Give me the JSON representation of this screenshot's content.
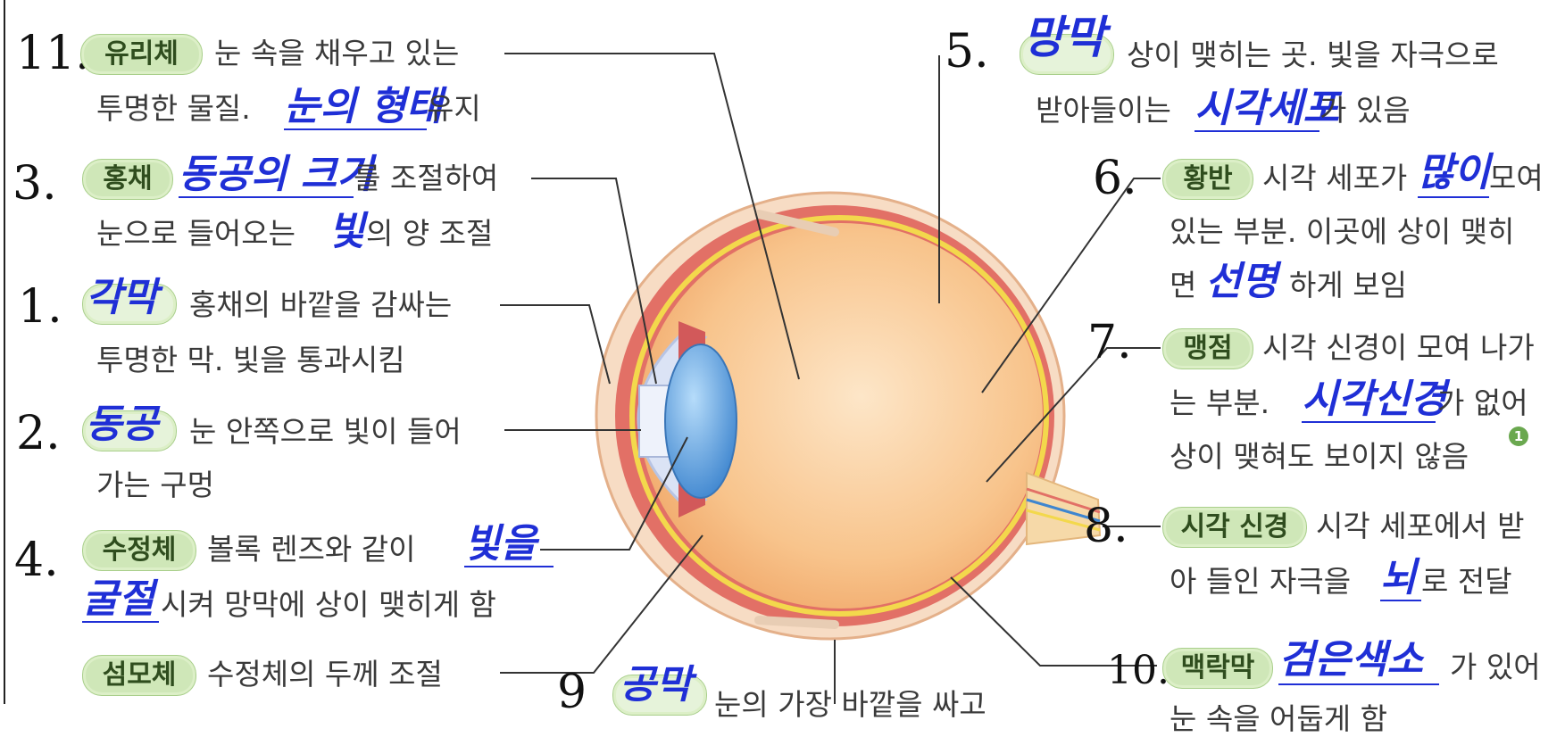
{
  "numbers": {
    "n11": "11.",
    "n3": "3.",
    "n1": "1.",
    "n2": "2.",
    "n4": "4.",
    "n5": "5.",
    "n6": "6.",
    "n7": "7.",
    "n8": "8.",
    "n10": "10.",
    "n9": "9"
  },
  "left": {
    "vitreous": {
      "label": "유리체",
      "text1": "눈 속을 채우고 있는",
      "text2a": "투명한 물질.",
      "hw": "눈의 형태",
      "text2b": "유지"
    },
    "iris": {
      "label": "홍채",
      "hw": "동공의 크기",
      "text1": "를 조절하여",
      "text2a": "눈으로 들어오는",
      "hw2": "빛",
      "text2b": "의 양 조절"
    },
    "cornea": {
      "hw_label": "각막",
      "text1": "홍채의 바깥을 감싸는",
      "text2": "투명한 막. 빛을 통과시킴"
    },
    "pupil": {
      "hw_label": "동공",
      "text1": "눈 안쪽으로 빛이 들어",
      "text2": "가는 구멍"
    },
    "lens": {
      "label": "수정체",
      "text1": "볼록 렌즈와 같이",
      "hw": "빛을",
      "hw2": "굴절",
      "text2": "시켜 망막에 상이 맺히게 함"
    },
    "ciliary": {
      "label": "섬모체",
      "text1": "수정체의 두께 조절"
    },
    "sclera_partial": {
      "hw": "공막",
      "text": "눈의 가장 바깥을 싸고"
    }
  },
  "right": {
    "retina": {
      "hw_label": "망막",
      "text1": "상이 맺히는 곳. 빛을 자극으로",
      "text2a": "받아들이는",
      "hw": "시각세포",
      "text2b": "가 있음"
    },
    "macula": {
      "label": "황반",
      "text1a": "시각 세포가",
      "hw": "많이",
      "text1b": "모여",
      "text2": "있는 부분. 이곳에 상이 맺히",
      "text3a": "면",
      "hw2": "선명",
      "text3b": "하게 보임"
    },
    "blindspot": {
      "label": "맹점",
      "text1": "시각 신경이 모여 나가",
      "text2a": "는 부분.",
      "hw": "시각신경",
      "text2b": "가 없어",
      "text3": "상이 맺혀도 보이지 않음",
      "badge": "1"
    },
    "optic_nerve": {
      "label": "시각 신경",
      "text1": "시각 세포에서 받",
      "text2a": "아 들인 자극을",
      "hw": "뇌",
      "text2b": "로 전달"
    },
    "choroid": {
      "label": "맥락막",
      "hw": "검은색소",
      "text1": "가 있어",
      "text2": "눈 속을 어둡게 함"
    }
  },
  "colors": {
    "pill_fill": "#cfe7b8",
    "handwriting": "#1f2fd6",
    "sclera": "#f5c49a",
    "choroid": "#e0635a",
    "retina": "#f2d54a",
    "lens": "#4f97d8"
  }
}
